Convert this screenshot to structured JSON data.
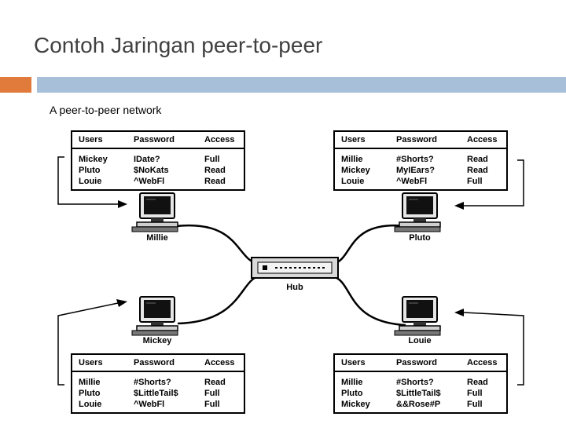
{
  "slide": {
    "title": "Contoh Jaringan peer-to-peer",
    "accent_colors": {
      "orange": "#e07b3c",
      "blue": "#a7bfd9"
    }
  },
  "diagram": {
    "caption": "A peer-to-peer network",
    "hub_label": "Hub",
    "computers": [
      {
        "name": "Millie"
      },
      {
        "name": "Pluto"
      },
      {
        "name": "Mickey"
      },
      {
        "name": "Louie"
      }
    ],
    "tables": [
      {
        "owner": "Millie",
        "headers": [
          "Users",
          "Password",
          "Access"
        ],
        "rows": [
          [
            "Mickey",
            "IDate?",
            "Full"
          ],
          [
            "Pluto",
            "$NoKats",
            "Read"
          ],
          [
            "Louie",
            "^WebFl",
            "Read"
          ]
        ]
      },
      {
        "owner": "Pluto",
        "headers": [
          "Users",
          "Password",
          "Access"
        ],
        "rows": [
          [
            "Millie",
            "#Shorts?",
            "Read"
          ],
          [
            "Mickey",
            "MyIEars?",
            "Read"
          ],
          [
            "Louie",
            "^WebFl",
            "Full"
          ]
        ]
      },
      {
        "owner": "Mickey",
        "headers": [
          "Users",
          "Password",
          "Access"
        ],
        "rows": [
          [
            "Millie",
            "#Shorts?",
            "Read"
          ],
          [
            "Pluto",
            "$LittleTail$",
            "Full"
          ],
          [
            "Louie",
            "^WebFl",
            "Full"
          ]
        ]
      },
      {
        "owner": "Louie",
        "headers": [
          "Users",
          "Password",
          "Access"
        ],
        "rows": [
          [
            "Millie",
            "#Shorts?",
            "Read"
          ],
          [
            "Pluto",
            "$LittleTail$",
            "Full"
          ],
          [
            "Mickey",
            "&&Rose#P",
            "Full"
          ]
        ]
      }
    ]
  }
}
